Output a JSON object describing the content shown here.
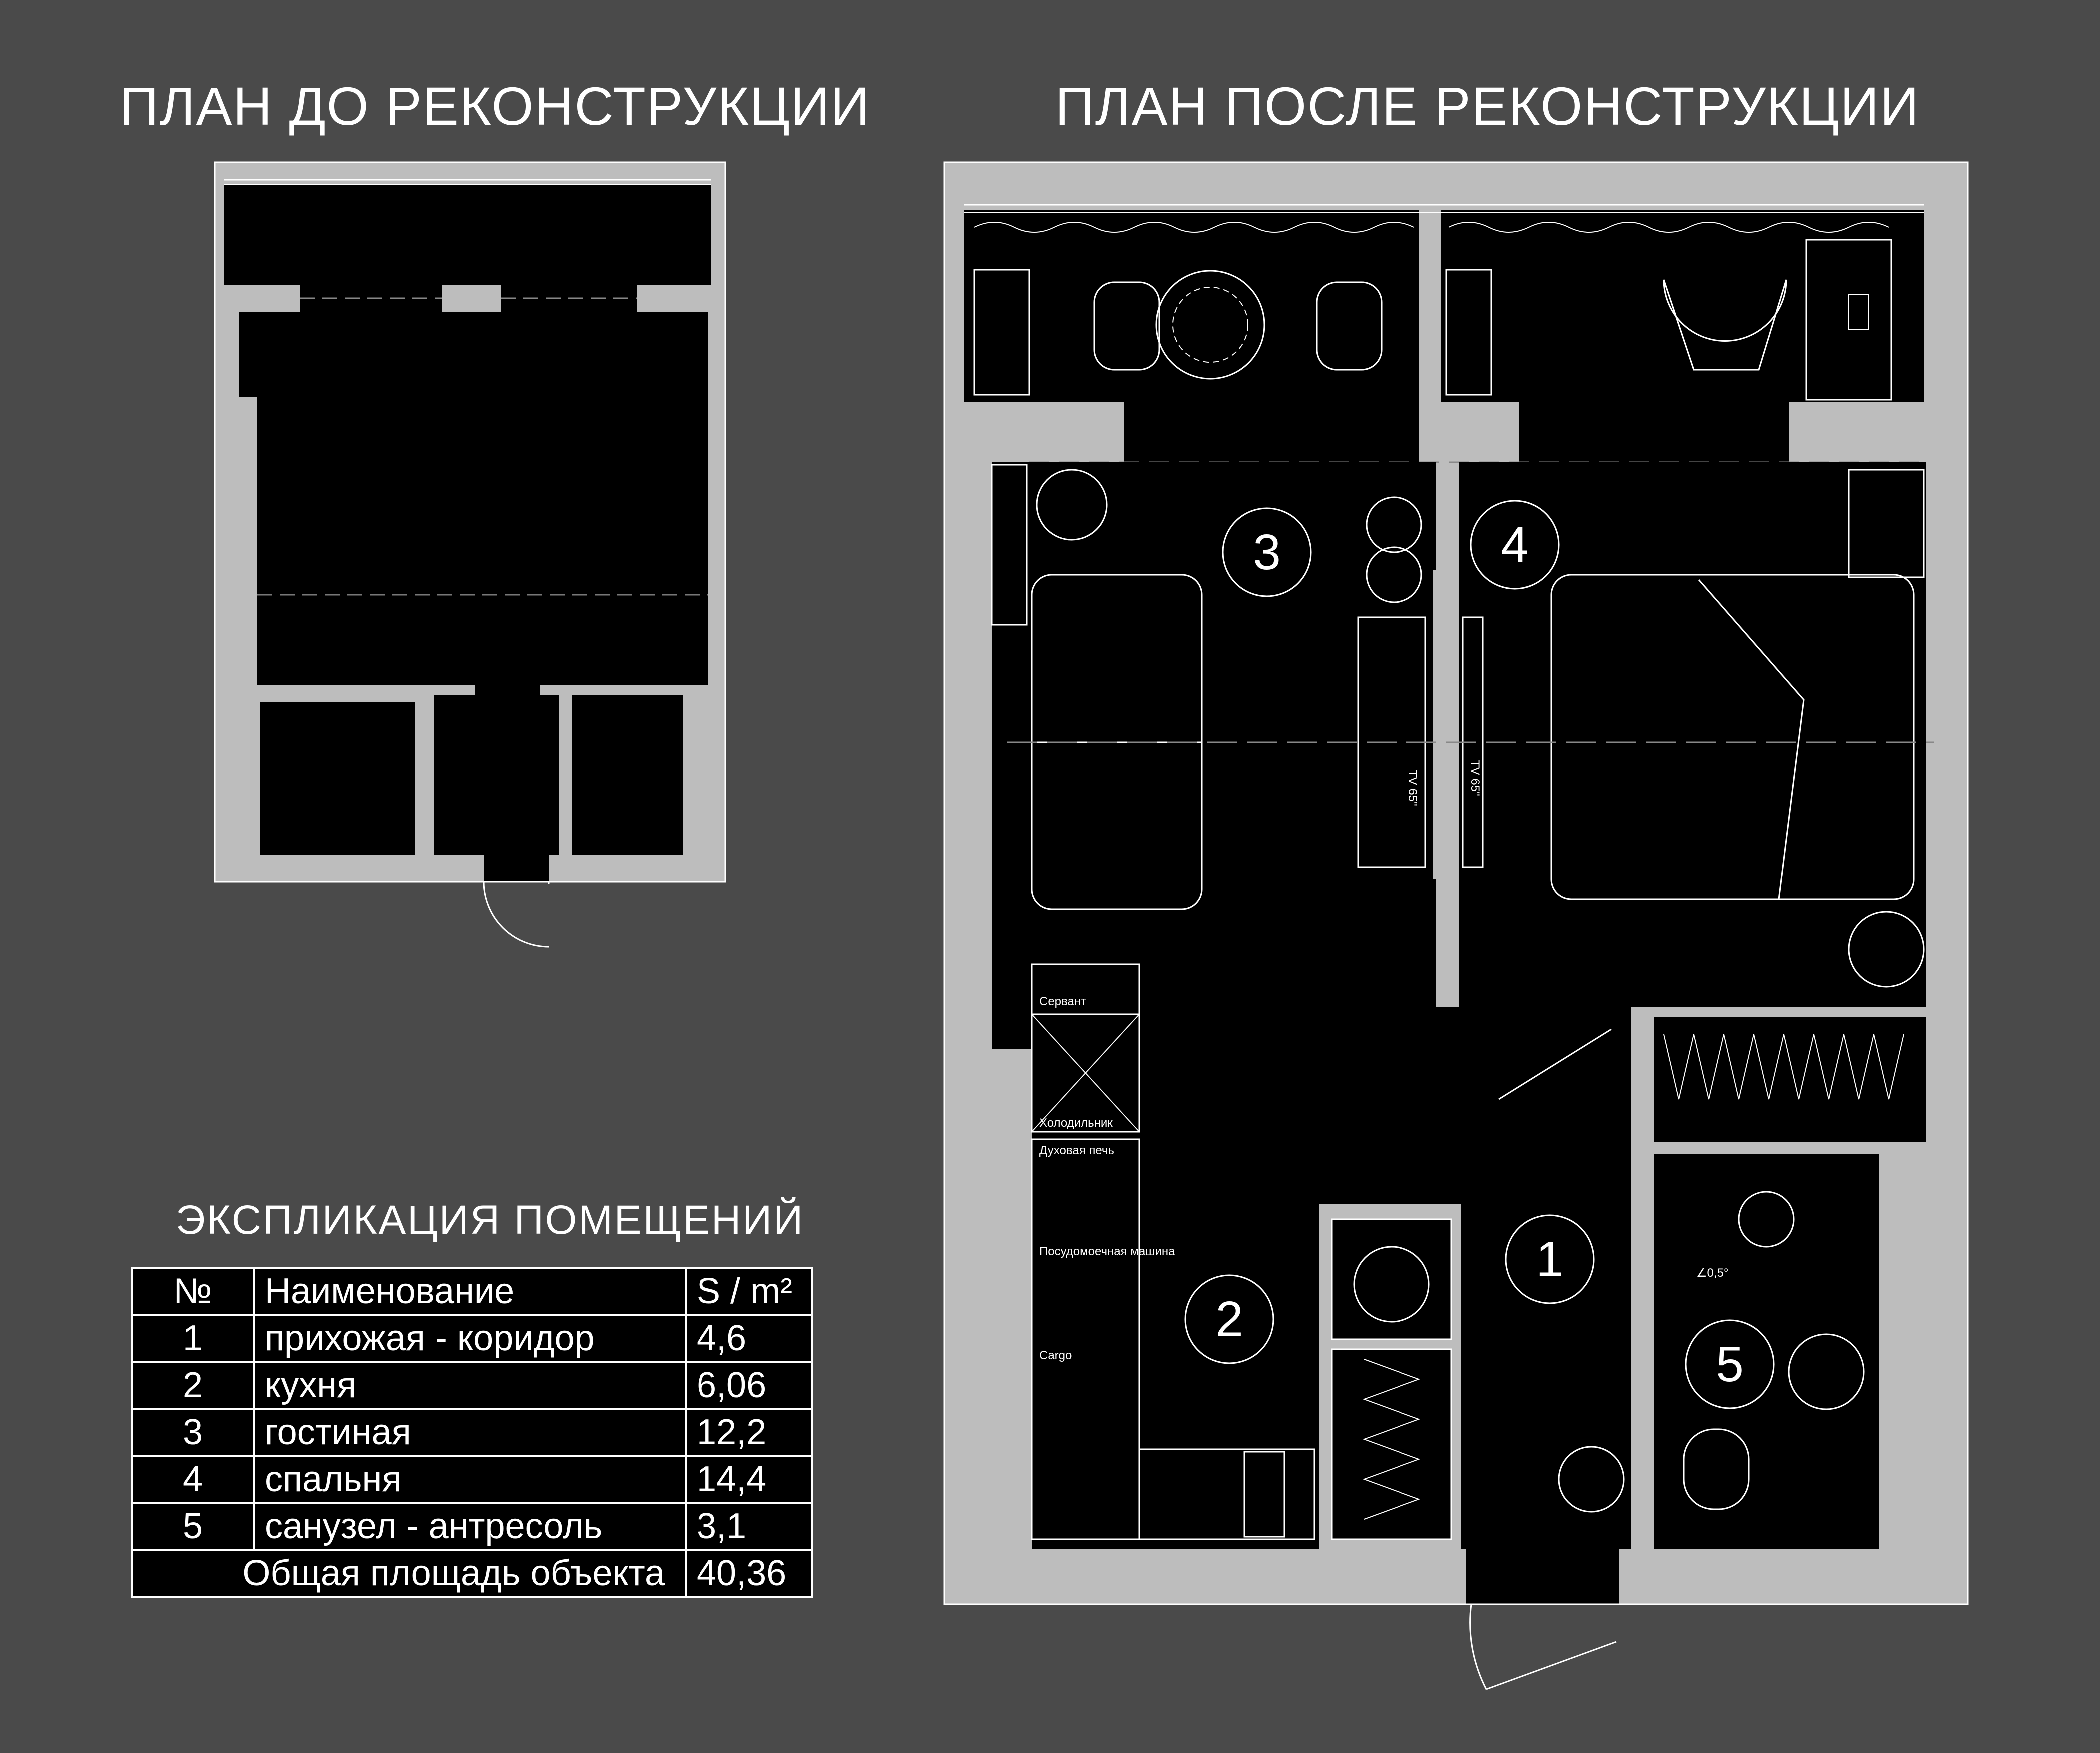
{
  "titles": {
    "before": "ПЛАН ДО РЕКОНСТРУКЦИИ",
    "after": "ПЛАН ПОСЛЕ РЕКОНСТРУКЦИИ"
  },
  "explication": {
    "title": "ЭКСПЛИКАЦИЯ  ПОМЕЩЕНИЙ",
    "headers": [
      "№",
      "Наименование",
      "S / m²"
    ],
    "rows": [
      {
        "no": "1",
        "name": "прихожая - коридор",
        "area": "4,6"
      },
      {
        "no": "2",
        "name": "кухня",
        "area": "6,06"
      },
      {
        "no": "3",
        "name": "гостиная",
        "area": "12,2"
      },
      {
        "no": "4",
        "name": "спальня",
        "area": "14,4"
      },
      {
        "no": "5",
        "name": "санузел - антресоль",
        "area": "3,1"
      }
    ],
    "total_label": "Общая площадь объекта",
    "total_value": "40,36"
  },
  "room_markers": [
    "1",
    "2",
    "3",
    "4",
    "5"
  ],
  "furniture_labels": {
    "sideboard": "Сервант",
    "fridge": "Холодильник",
    "oven": "Духовая печь",
    "dishwasher": "Посудомоечная машина",
    "cargo": "Cargo",
    "tv_left": "TV 65\"",
    "tv_right": "TV 65\"",
    "slope": "∠0,5°"
  },
  "colors": {
    "background": "#4a4a4a",
    "walls": "#bdbdbd",
    "floor": "#000000",
    "lines": "#ffffff"
  }
}
